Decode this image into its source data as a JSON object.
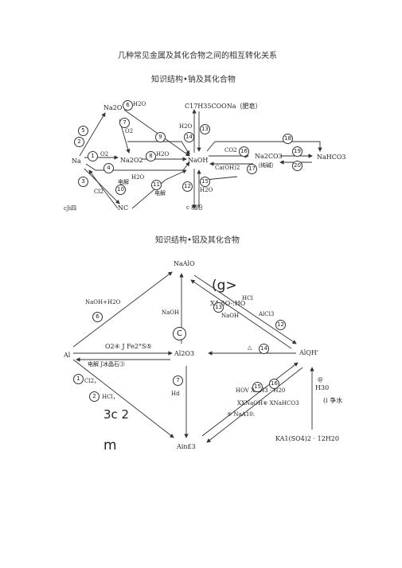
{
  "page_title": "几种常见金属及其化合物之间的相互转化关系",
  "section_sodium": {
    "heading": "知识结构•钠及其化合物",
    "nodes": {
      "na": "Na",
      "na2o": "Na2O",
      "na2o2": "Na2O2",
      "naoh": "NaOH",
      "soap": "C17H35COONa（肥皂）",
      "na2co3": "Na2CO3",
      "na2co3_note": "（纯碱）",
      "nahco3": "NaHCO3",
      "nacl": "NC",
      "bottom_left": "cJi四",
      "bottom_mid": "c 相阳"
    },
    "labels": {
      "o2_1": "O2",
      "o2_7": "O2",
      "h2o_6": "H2O",
      "h2o_8": "H2O",
      "h2o_4": "H2O",
      "h2o_14": "H2O",
      "h2o_15": "H2O",
      "co2_16": "CO2",
      "caoh2_17": "Ca(OH)2",
      "cl2_3": "Cl2",
      "electrolysis_10": "电解",
      "electrolysis_11": "电解"
    },
    "circled": [
      "1",
      "2",
      "3",
      "4",
      "5",
      "6",
      "7",
      "8",
      "9",
      "10",
      "11",
      "12",
      "13",
      "14",
      "15",
      "16",
      "17",
      "18",
      "19",
      "20"
    ]
  },
  "section_aluminum": {
    "heading": "知识结构•铝及其化合物",
    "nodes": {
      "naalo": "NaAlO",
      "al": "Al",
      "al2o3": "Al2O3",
      "alqh": "AlQH'",
      "alcl3": "Ain£3",
      "kal": "KA1(SO4)2 · 12H20"
    },
    "labels": {
      "naoh_h2o": "NaOH+H2O",
      "naoh_mid": "NaOH",
      "g_paren": "(g>",
      "hcl_top": "HCl",
      "x_line": "X4-5O-:HO",
      "naoh_right": "NaOH",
      "alcl3_label": "AlCl3",
      "o2_fe": "O2④ J Fe2°S⑤",
      "electrolysis": "电解 J冰晶石③",
      "cl2": "Cl2，",
      "hcl": "HCl，",
      "c2": "3c 2",
      "m": "m",
      "hd": "Hd",
      "c_circle": "C",
      "triangle": "△",
      "hov": "HOV XNH3 · H20",
      "xxnaoh": "XXNaOH⑥ XNaHCO3",
      "naa10": "⑤ NaA10:",
      "at": "@",
      "h30": "H30",
      "purify": "(i 争水"
    }
  }
}
